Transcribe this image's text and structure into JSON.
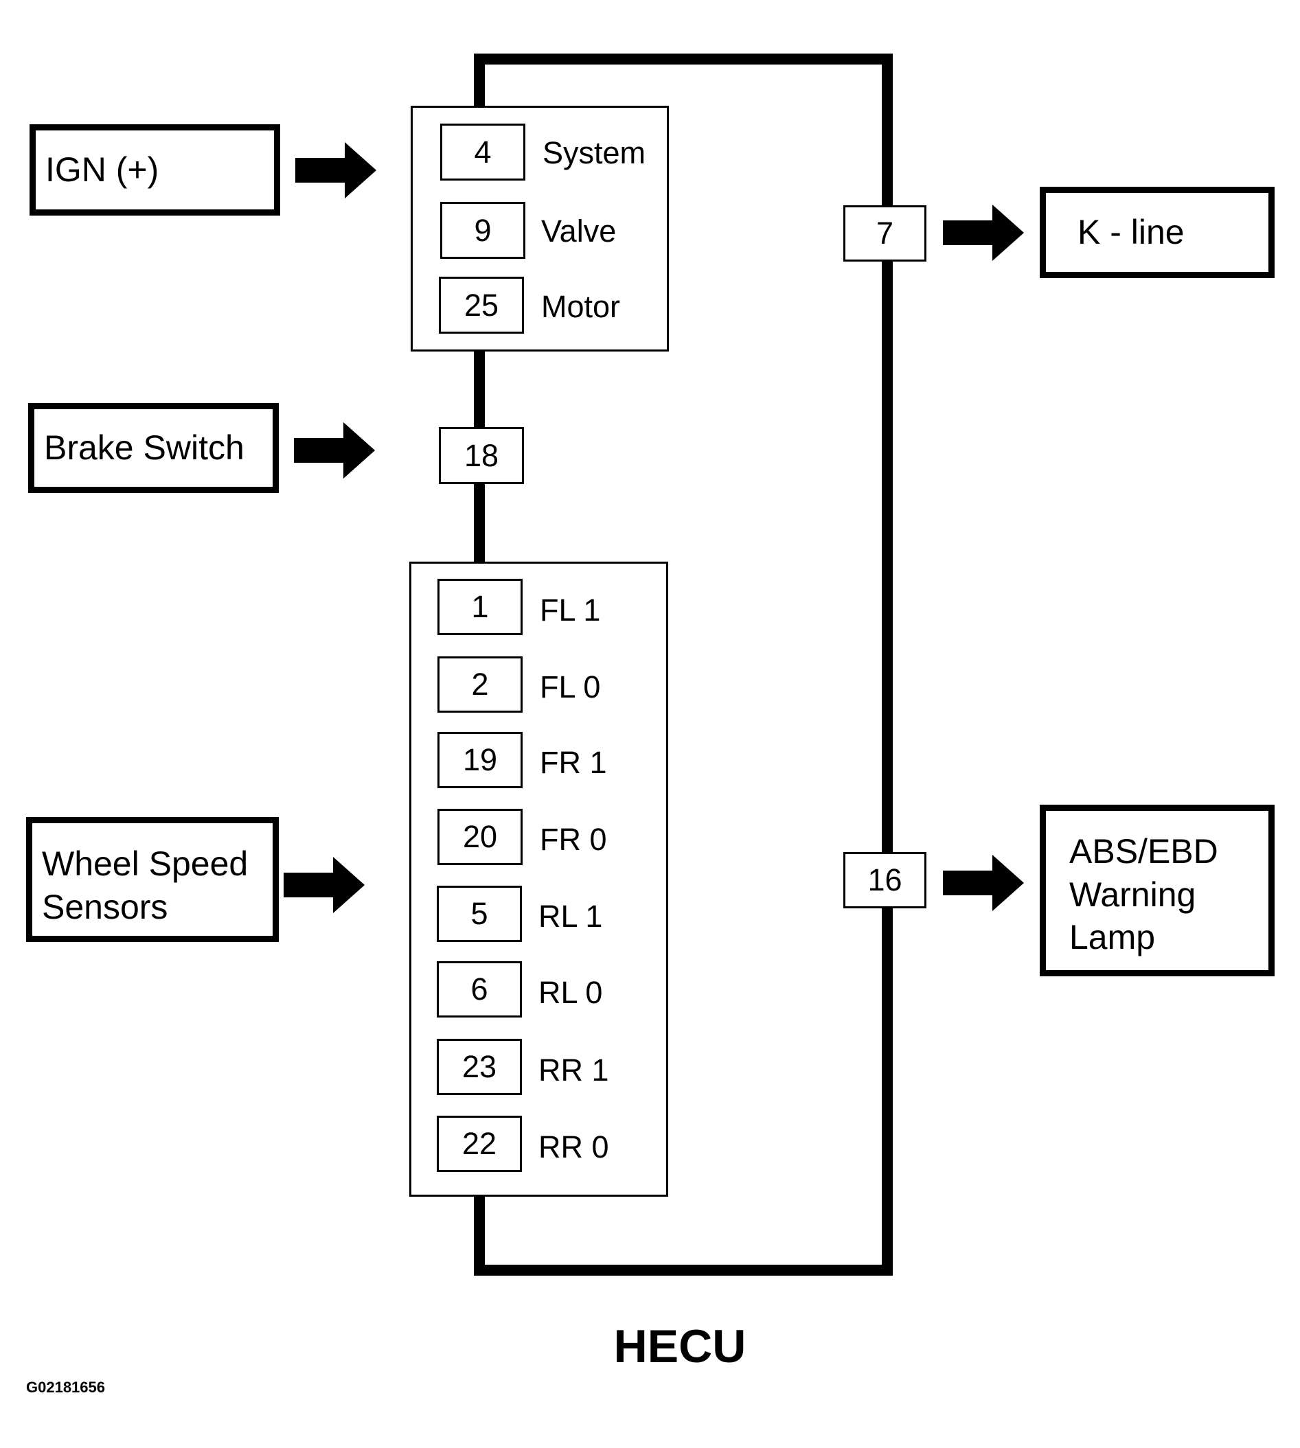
{
  "inputs": {
    "ign": "IGN (+)",
    "brake": "Brake Switch",
    "wheel_line1": "Wheel Speed",
    "wheel_line2": "Sensors"
  },
  "outputs": {
    "kline": "K - line",
    "lamp_line1": "ABS/EBD",
    "lamp_line2": "Warning",
    "lamp_line3": "Lamp"
  },
  "power_group": [
    {
      "pin": "4",
      "label": "System"
    },
    {
      "pin": "9",
      "label": "Valve"
    },
    {
      "pin": "25",
      "label": "Motor"
    }
  ],
  "brake_pin": "18",
  "sensor_group": [
    {
      "pin": "1",
      "label": "FL 1"
    },
    {
      "pin": "2",
      "label": "FL 0"
    },
    {
      "pin": "19",
      "label": "FR 1"
    },
    {
      "pin": "20",
      "label": "FR 0"
    },
    {
      "pin": "5",
      "label": "RL 1"
    },
    {
      "pin": "6",
      "label": "RL 0"
    },
    {
      "pin": "23",
      "label": "RR 1"
    },
    {
      "pin": "22",
      "label": "RR 0"
    }
  ],
  "kline_pin": "7",
  "lamp_pin": "16",
  "module_title": "HECU",
  "figure_code": "G02181656"
}
